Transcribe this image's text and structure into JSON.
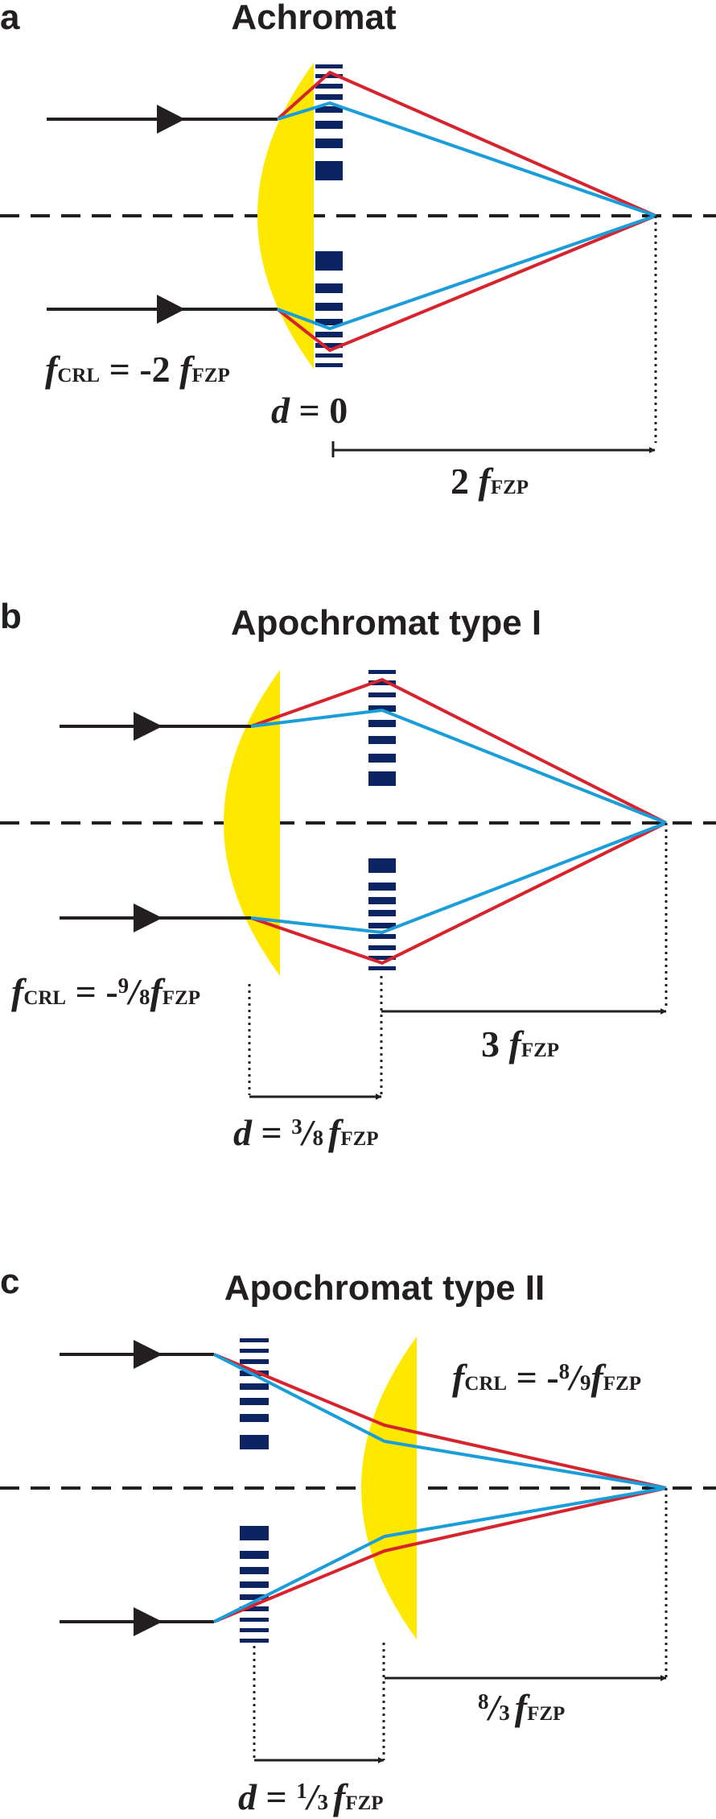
{
  "colors": {
    "lens": "#ffe800",
    "zone_plate": "#0c2461",
    "ray_red": "#d7232e",
    "ray_blue": "#1a9ed9",
    "line": "#231f20"
  },
  "panels": [
    {
      "letter": "a",
      "title": "Achromat",
      "crl": {
        "f": "f",
        "sub": "CRL",
        "eq": " = ",
        "coef": "-2 ",
        "f2": "f",
        "sub2": "FZP"
      },
      "gap": {
        "d": "d",
        "eq": " = 0"
      },
      "dist": {
        "coef": "2 ",
        "f": "f",
        "sub": "FZP"
      }
    },
    {
      "letter": "b",
      "title": "Apochromat type I",
      "crl": {
        "f": "f",
        "sub": "CRL",
        "eq": " = ",
        "sign": "-",
        "num": "9",
        "slash": "/",
        "den": "8",
        "f2": "f",
        "sub2": "FZP"
      },
      "gap": {
        "d": "d",
        "eq": " = ",
        "num": "3",
        "slash": "/",
        "den": "8",
        "f2": "f",
        "sub2": "FZP"
      },
      "dist": {
        "coef": "3 ",
        "f": "f",
        "sub": "FZP"
      }
    },
    {
      "letter": "c",
      "title": "Apochromat type II",
      "crl": {
        "f": "f",
        "sub": "CRL",
        "eq": " = ",
        "sign": "-",
        "num": "8",
        "slash": "/",
        "den": "9",
        "f2": "f",
        "sub2": "FZP"
      },
      "gap": {
        "d": "d",
        "eq": " = ",
        "num": "1",
        "slash": "/",
        "den": "3",
        "f2": "f",
        "sub2": "FZP"
      },
      "dist": {
        "num": "8",
        "slash": "/",
        "den": "3",
        "f": "f",
        "sub": "FZP"
      }
    }
  ]
}
